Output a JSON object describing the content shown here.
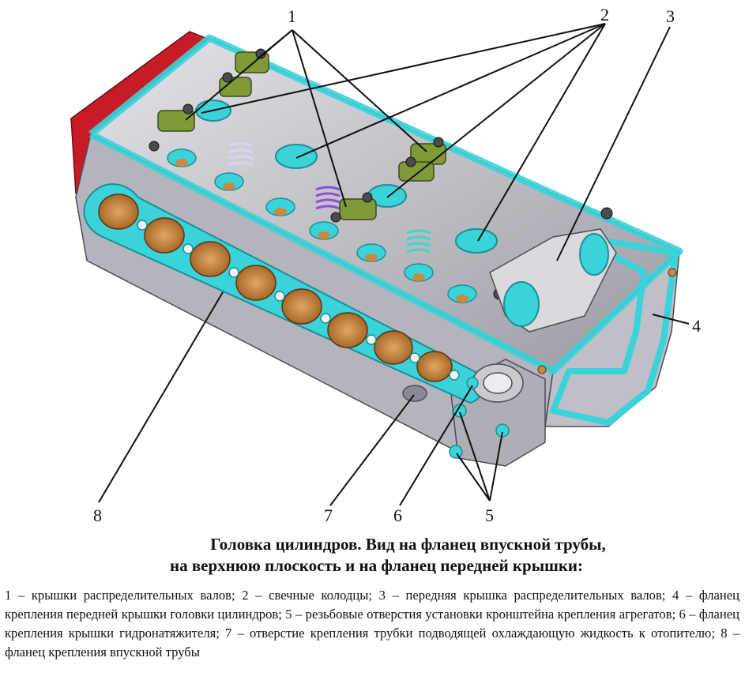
{
  "figure": {
    "callouts": [
      "1",
      "2",
      "3",
      "4",
      "5",
      "6",
      "7",
      "8"
    ]
  },
  "caption": {
    "line1": "Головка цилиндров. Вид на фланец впускной трубы,",
    "line2": "на верхнюю плоскость и на фланец передней крышки:"
  },
  "legend": [
    "1 – крышки распределительных валов;",
    "2 – свечные колодцы;",
    "3 – передняя крышка распредели­тельных валов;",
    "4 – фланец крепления передней крышки головки цилиндров;",
    "5 – резьбовые отверстия установки кронштейна крепления агрегатов;",
    "6 – фланец крепления крышки гидронатяжителя;",
    "7 – отверстие крепления трубки подводящей охлаждающую жидкость к отопителю;",
    "8 – фланец крепления впускной трубы"
  ],
  "colors": {
    "accent_cyan": "#39d3d9",
    "metal": "#c9c9cf",
    "red_flange": "#d01f2b",
    "copper": "#c98a3e",
    "green_caps": "#7f9a37",
    "valve_spring": "#9d7cd6"
  }
}
